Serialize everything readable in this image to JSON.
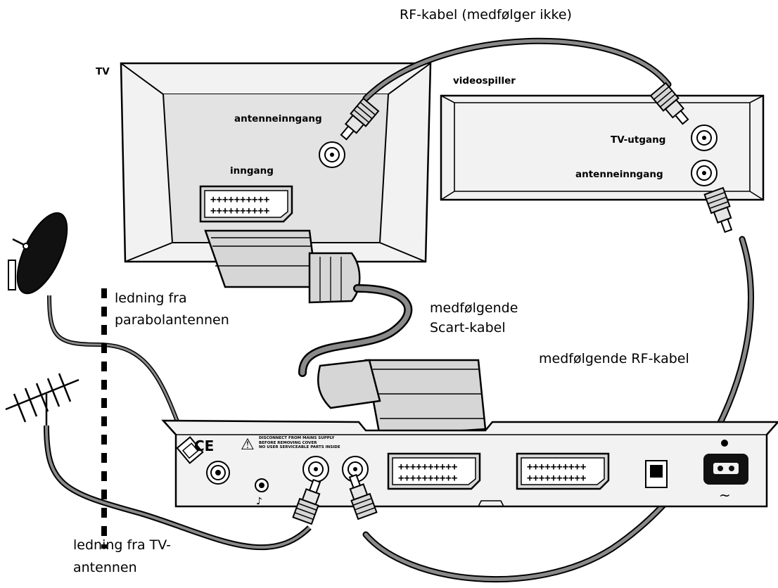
{
  "labels": {
    "rf_cable_not_included": "RF-kabel (medfølger ikke)",
    "tv": "TV",
    "videoplayer": "videospiller",
    "tv_antenna_input": "antenneinngang",
    "tv_input": "inngang",
    "vcr_tv_output": "TV-utgang",
    "vcr_antenna_input": "antenneinngang",
    "dish_cable_line1": "ledning fra",
    "dish_cable_line2": "parabolantennen",
    "scart_cable_line1": "medfølgende",
    "scart_cable_line2": "Scart-kabel",
    "rf_cable_included": "medfølgende RF-kabel",
    "antenna_cable_line1": "ledning fra TV-",
    "antenna_cable_line2": "antennen"
  },
  "panel": {
    "warning_text": "DISCONNECT FROM MAINS SUPPLY\nBEFORE REMOVING COVER\nNO USER SERVICEABLE PARTS INSIDE",
    "ce_mark": "CE",
    "warning_glyph": "⚠",
    "note_glyph": "♪",
    "mains_glyph": "~"
  },
  "colors": {
    "line": "#000000",
    "device_fill": "#f2f2f2",
    "device_inner": "#e3e3e3",
    "connector_fill": "#d6d6d6",
    "cable_fill": "#8a8a8a"
  }
}
